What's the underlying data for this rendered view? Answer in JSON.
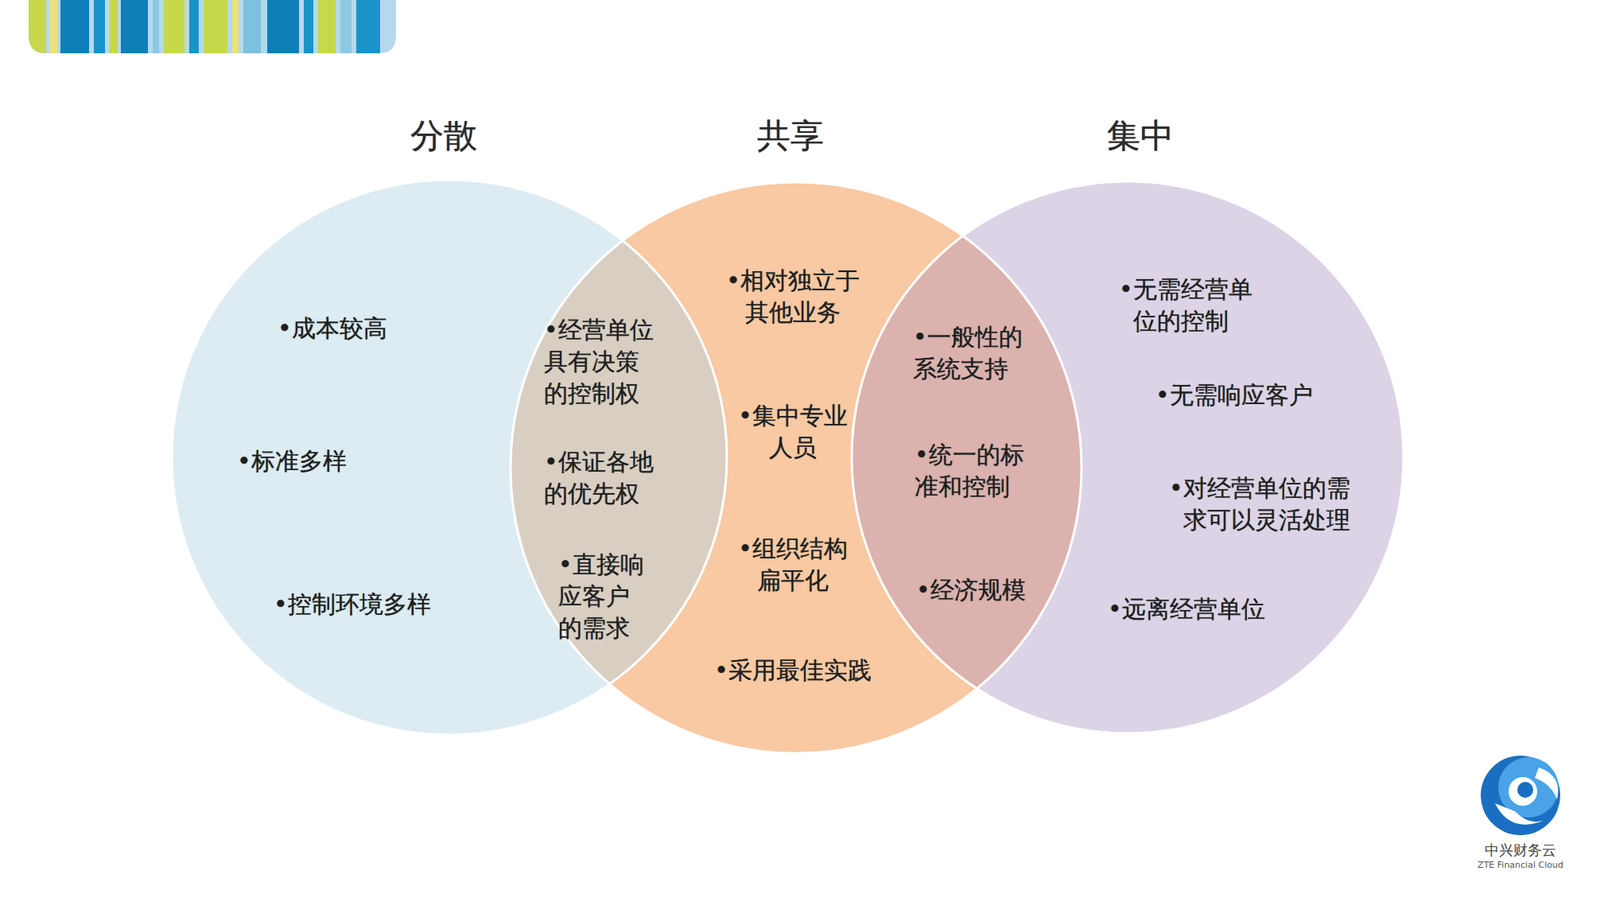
{
  "diagram": {
    "nodes": [
      {
        "text": [
          "分散",
          "•成本较高",
          "•标准多样",
          "•控制环境多样"
        ]
      },
      {
        "text": [
          "共享",
          "•相对独立于 其他业务",
          "•集中专业 人员",
          "•组织结构 扁平化",
          "•采用最佳实践"
        ]
      },
      {
        "text": [
          "集中",
          "•无需经营单 位的控制",
          "•无需响应客户",
          "•对经营单位的需 求可以灵活处理",
          "•远离经营单位"
        ]
      }
    ],
    "labels": [
      "•经营单位 具有决策 的控制权",
      "•保证各地 的优先权",
      "•直接响 应客户 的需求",
      "•一般性的 系统支持",
      "•统一的标 准和控制",
      "•经济规模",
      "中兴财务云",
      "ZTE Financial Cloud"
    ]
  }
}
